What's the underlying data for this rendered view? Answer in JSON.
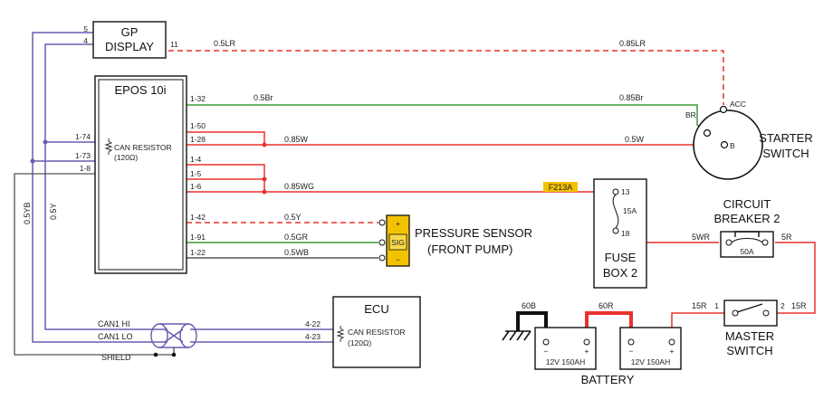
{
  "colors": {
    "red": "#e8322f",
    "green": "#3a9a3a",
    "purple": "#6a5bb0",
    "black": "#111111",
    "gray": "#555555",
    "highlight": "#f2c200"
  },
  "gp_display": {
    "title_1": "GP",
    "title_2": "DISPLAY",
    "pin_5": "5",
    "pin_4": "4",
    "pin_11": "11"
  },
  "epos": {
    "title": "EPOS 10i",
    "pins": {
      "p132": "1-32",
      "p150": "1-50",
      "p128": "1-28",
      "p14": "1-4",
      "p15": "1-5",
      "p16": "1-6",
      "p142": "1-42",
      "p191": "1-91",
      "p122": "1-22"
    },
    "left_pins": {
      "p174": "1-74",
      "p173": "1-73",
      "p18": "1-8"
    },
    "can_resistor": "CAN RESISTOR",
    "can_resistor_value": "(120Ω)"
  },
  "wires": {
    "w05LR_a": "0.5LR",
    "w085LR": "0.85LR",
    "w05Br": "0.5Br",
    "w085Br": "0.85Br",
    "w085W": "0.85W",
    "w05W": "0.5W",
    "w085WG": "0.85WG",
    "f213a": "F213A",
    "w05Y": "0.5Y",
    "w05GR": "0.5GR",
    "w05WB": "0.5WB",
    "w05YB_v": "0.5YB",
    "w05Y_v": "0.5Y",
    "w5WR": "5WR",
    "w5R": "5R",
    "w15R_a": "15R",
    "w15R_b": "15R",
    "w60B": "60B",
    "w60R": "60R"
  },
  "starter": {
    "acc": "ACC",
    "br": "BR",
    "b": "B",
    "title_1": "STARTER",
    "title_2": "SWITCH"
  },
  "pressure_sensor": {
    "plus": "+",
    "sig": "SIG",
    "minus": "−",
    "title_1": "PRESSURE SENSOR",
    "title_2": "(FRONT PUMP)"
  },
  "fuse_box": {
    "pin_13": "13",
    "rating": "15A",
    "pin_18": "18",
    "title_1": "FUSE",
    "title_2": "BOX 2"
  },
  "breaker": {
    "title_1": "CIRCUIT",
    "title_2": "BREAKER 2",
    "rating": "50A"
  },
  "master_switch": {
    "pin_1": "1",
    "pin_2": "2",
    "title_1": "MASTER",
    "title_2": "SWITCH"
  },
  "ecu": {
    "title": "ECU",
    "pin_422": "4-22",
    "pin_423": "4-23",
    "can_resistor": "CAN RESISTOR",
    "can_resistor_value": "(120Ω)"
  },
  "can_bus": {
    "hi": "CAN1 HI",
    "lo": "CAN1 LO",
    "shield": "SHIELD"
  },
  "battery": {
    "minus": "−",
    "plus": "+",
    "spec_1": "12V 150AH",
    "spec_2": "12V 150AH",
    "title": "BATTERY"
  }
}
